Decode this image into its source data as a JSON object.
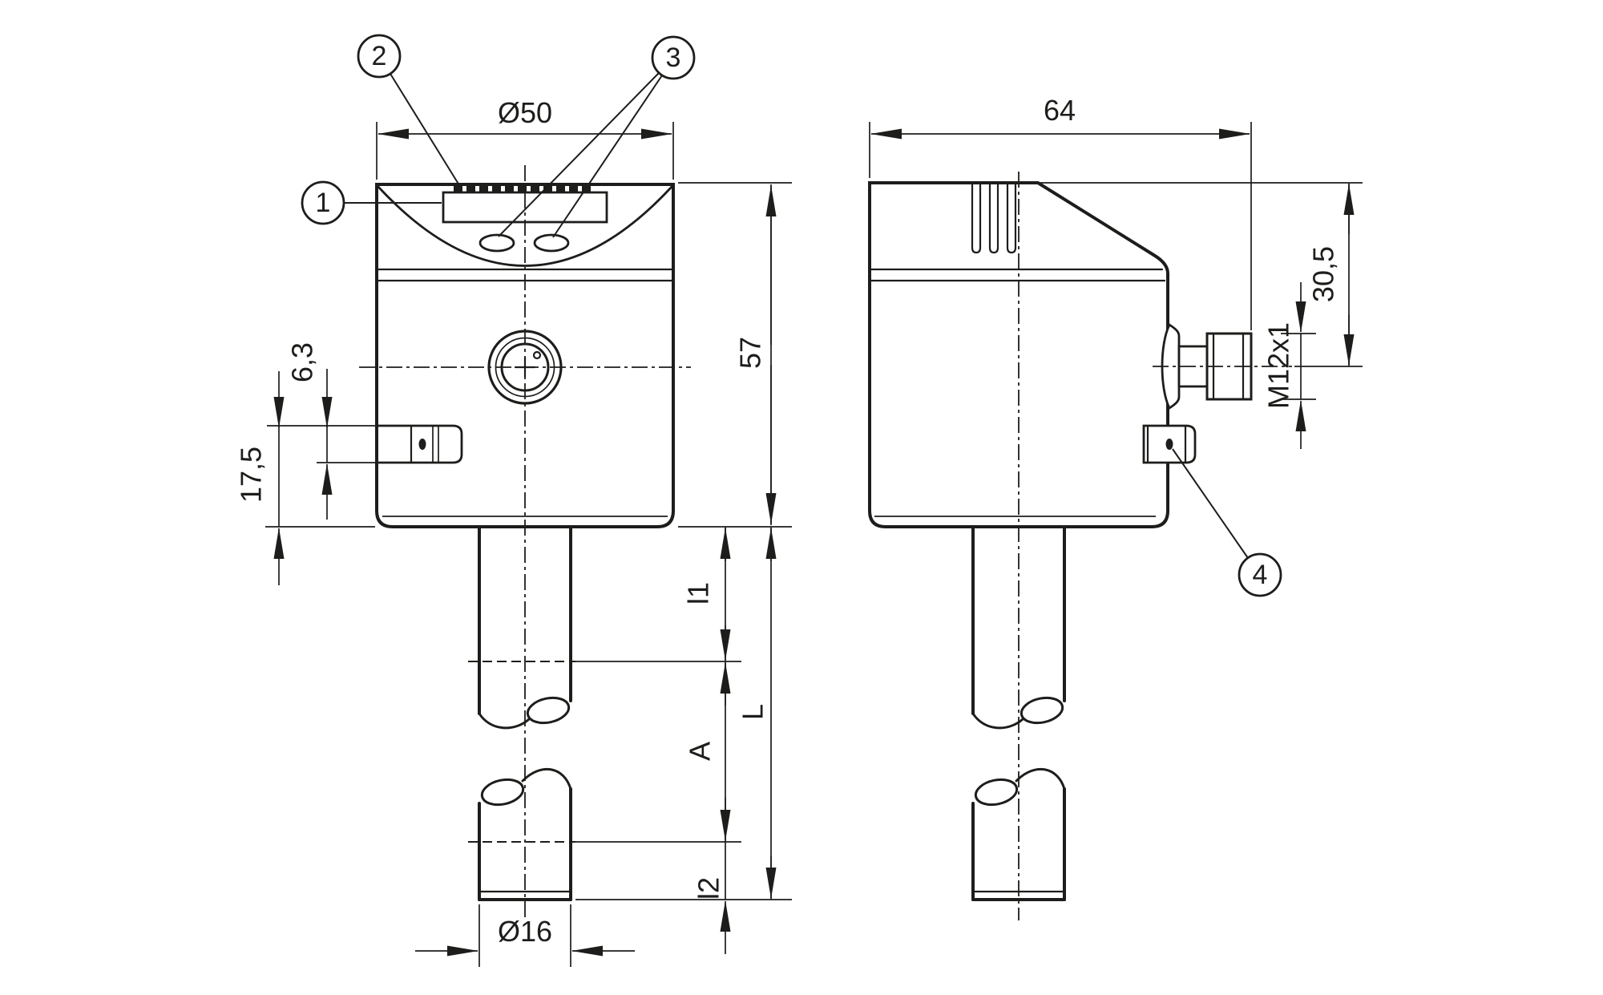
{
  "colors": {
    "ink": "#1d1d1b",
    "background": "#ffffff"
  },
  "views": {
    "front": {
      "dims": {
        "diameter": "Ø50",
        "height": "57",
        "tab_thickness": "6,3",
        "tab_offset": "17,5",
        "l1": "l1",
        "a": "A",
        "length": "L",
        "l2": "l2",
        "probe_diameter": "Ø16"
      },
      "callouts": {
        "c1": "1",
        "c2": "2",
        "c3": "3"
      }
    },
    "side": {
      "dims": {
        "depth": "64",
        "connector_offset": "30,5",
        "thread": "M12x1"
      },
      "callouts": {
        "c4": "4"
      }
    }
  }
}
